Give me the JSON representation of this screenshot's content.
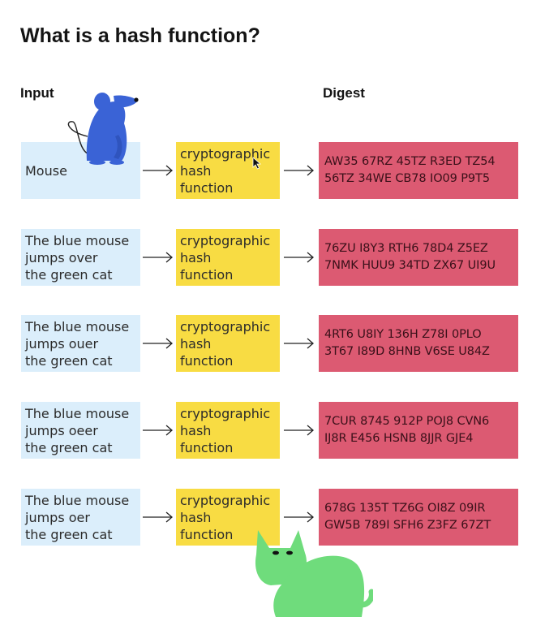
{
  "title": "What is a hash function?",
  "headers": {
    "input": "Input",
    "digest": "Digest"
  },
  "rows": [
    {
      "input": "Mouse",
      "hash": "cryptographic\nhash\nfunction",
      "digest_line1": "AW35 67RZ 45TZ R3ED TZ54",
      "digest_line2": "56TZ 34WE CB78 IO09 P9T5"
    },
    {
      "input": "The blue mouse\njumps over\nthe green cat",
      "hash": "cryptographic\nhash\nfunction",
      "digest_line1": "76ZU I8Y3 RTH6 78D4 Z5EZ",
      "digest_line2": "7NMK HUU9 34TD ZX67 UI9U"
    },
    {
      "input": "The blue mouse\njumps ouer\nthe green cat",
      "hash": "cryptographic\nhash\nfunction",
      "digest_line1": "4RT6 U8IY 136H Z78I 0PLO",
      "digest_line2": "3T67 I89D 8HNB V6SE U84Z"
    },
    {
      "input": "The blue mouse\njumps oeer\nthe green cat",
      "hash": "cryptographic\nhash\nfunction",
      "digest_line1": "7CUR 8745 912P POJ8 CVN6",
      "digest_line2": "IJ8R E456 HSNB 8JJR GJE4"
    },
    {
      "input": "The blue mouse\njumps oer\nthe green cat",
      "hash": "cryptographic\nhash\nfunction",
      "digest_line1": "678G 135T TZ6G OI8Z 09IR",
      "digest_line2": "GW5B 789I SFH6 Z3FZ 67ZT"
    }
  ],
  "colors": {
    "input_bg": "#dbeefb",
    "hash_bg": "#f8dc43",
    "digest_bg": "#dc5a72",
    "mouse": "#3a63d6",
    "cat": "#6fdc7c"
  },
  "icons": {
    "mouse": "mouse-illustration",
    "cat": "cat-illustration",
    "arrow": "right-arrow-icon",
    "cursor": "mouse-cursor-icon"
  }
}
